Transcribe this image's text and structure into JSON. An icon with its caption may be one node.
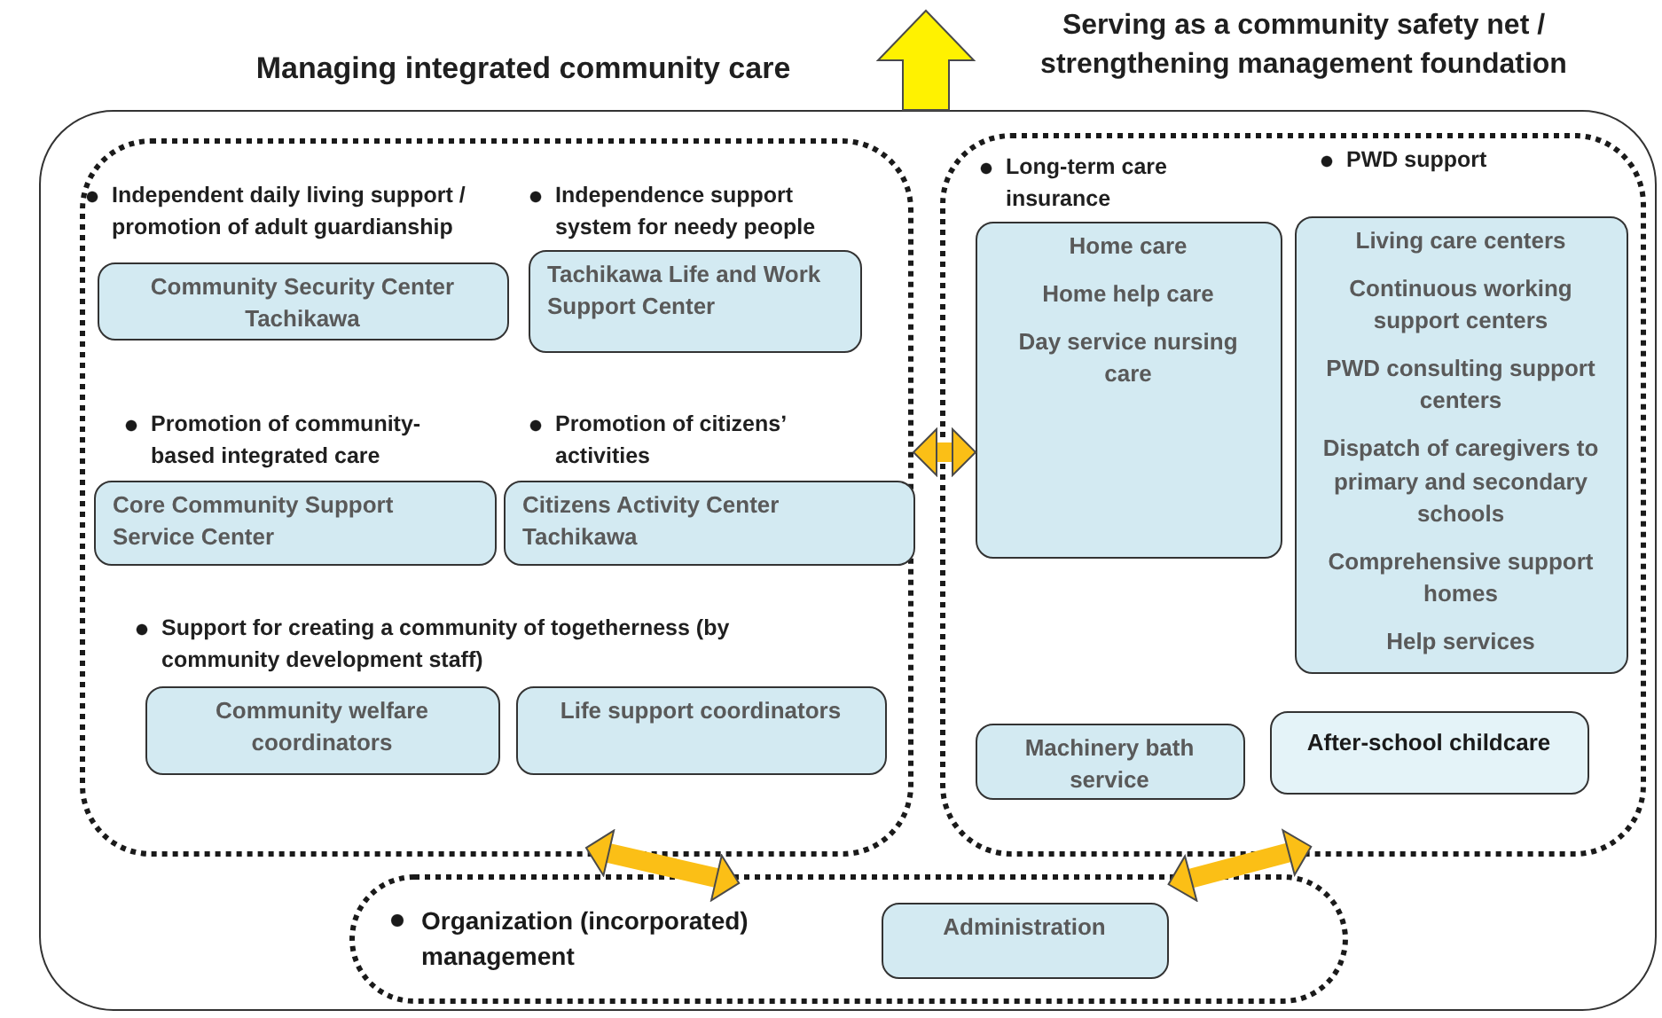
{
  "diagram": {
    "nodes": [
      {
        "text": [],
        "shape": "box"
      },
      {
        "text": [],
        "shape": "box",
        "in": 0
      },
      {
        "text": [],
        "shape": "box",
        "in": 0
      },
      {
        "text": [
          "Organization (incorporated) management"
        ],
        "in": 0
      },
      {
        "text": [
          "Community Security Center Tachikawa"
        ],
        "in": 1
      },
      {
        "text": [
          "Tachikawa Life and Work Support Center"
        ],
        "in": 1
      },
      {
        "text": [
          "Core Community Support Service Center"
        ],
        "in": 1
      },
      {
        "text": [
          "Citizens Activity Center Tachikawa"
        ],
        "in": 1
      },
      {
        "text": [
          "Community welfare coordinators"
        ],
        "in": 1
      },
      {
        "text": [
          "Life support coordinators"
        ],
        "in": 1
      },
      {
        "text": [
          "Home care",
          "Home help care",
          "Day service nursing care"
        ],
        "in": 2
      },
      {
        "text": [
          "Living care centers",
          "Continuous working support centers",
          "PWD consulting support centers",
          "Dispatch of caregivers to primary and secondary schools",
          "Comprehensive support homes",
          "Help services"
        ],
        "in": 2
      },
      {
        "text": [
          "Machinery bath service"
        ],
        "in": 2
      },
      {
        "text": [
          "After-school childcare"
        ],
        "in": 2
      },
      {
        "text": [
          "Administration"
        ],
        "in": 3
      }
    ],
    "edges": [
      {
        "from": 1,
        "to": 10,
        "arrow": "both"
      },
      {
        "from": 1,
        "to": 3,
        "arrow": "both"
      },
      {
        "from": 2,
        "to": 3,
        "arrow": "both"
      }
    ],
    "labels": [
      "Serving as a community safety net / strengthening management foundation",
      "Managing integrated community care",
      "Independent daily living support / promotion of adult guardianship",
      "Independence support system for needy people",
      "Long-term care insurance",
      "PWD support",
      "Promotion of community-based integrated care",
      "Promotion of citizens’ activities",
      "Support for creating a community of togetherness (by community development staff)"
    ]
  }
}
